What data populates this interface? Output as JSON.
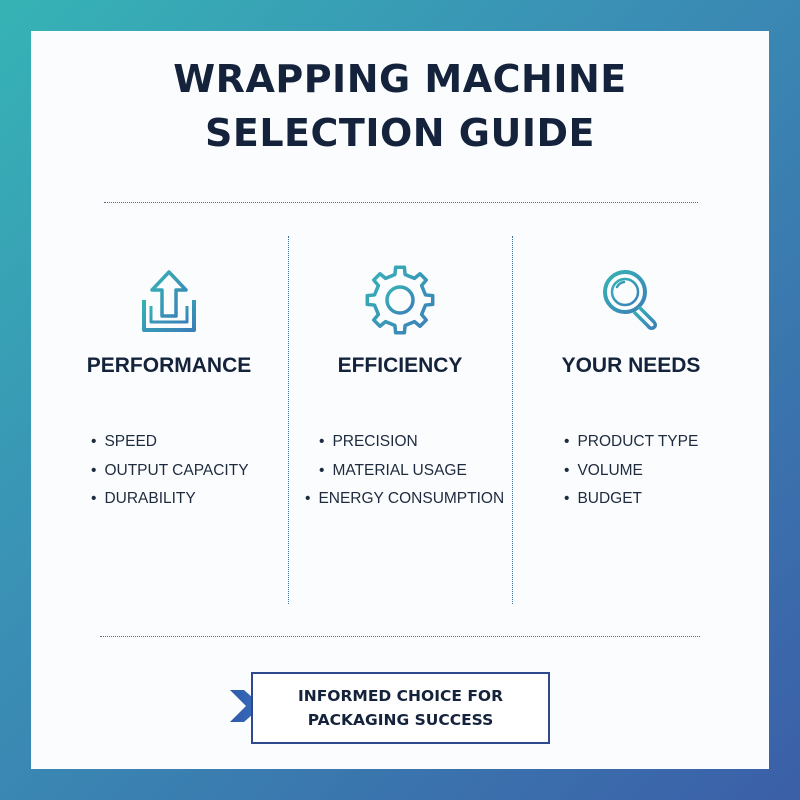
{
  "title": {
    "line1": "WRAPPING MACHINE",
    "line2": "SELECTION GUIDE"
  },
  "colors": {
    "title": "#14233b",
    "accent_teal": "#36b3b5",
    "accent_blue": "#3b5fa8",
    "divider": "#3f6fa0"
  },
  "columns": [
    {
      "icon": "upload-arrow-icon",
      "heading": "PERFORMANCE",
      "items": [
        "SPEED",
        "OUTPUT CAPACITY",
        "DURABILITY"
      ]
    },
    {
      "icon": "gear-icon",
      "heading": "EFFICIENCY",
      "items": [
        "PRECISION",
        "MATERIAL USAGE",
        "ENERGY CONSUMPTION"
      ]
    },
    {
      "icon": "magnifier-icon",
      "heading": "YOUR NEEDS",
      "items": [
        "PRODUCT TYPE",
        "VOLUME",
        "BUDGET"
      ]
    }
  ],
  "footer": {
    "icon": "chevron-right-icon",
    "line1": "INFORMED CHOICE FOR",
    "line2": "PACKAGING SUCCESS"
  }
}
